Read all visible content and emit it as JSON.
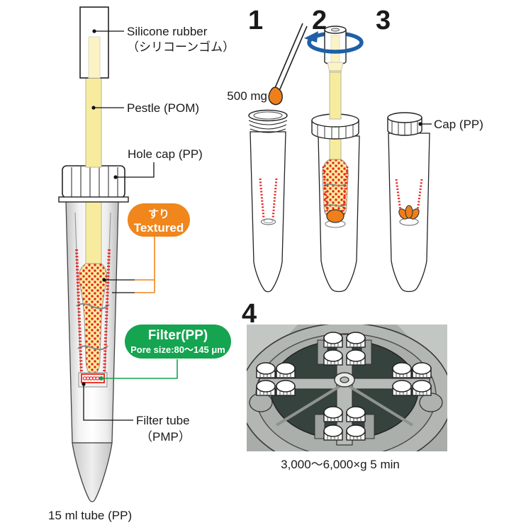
{
  "assembly": {
    "labels": {
      "silicone_rubber": "Silicone rubber",
      "silicone_rubber_jp": "（シリコーンゴム）",
      "pestle": "Pestle (POM)",
      "hole_cap": "Hole cap (PP)",
      "filter_tube_1": "Filter tube",
      "filter_tube_2": "（PMP）",
      "tube": "15 ml tube (PP)"
    },
    "badges": {
      "textured": {
        "jp": "すり",
        "en": "Textured",
        "color": "#F0861C"
      },
      "filter": {
        "title": "Filter(PP)",
        "subtitle": "Pore size:80〜145 μm",
        "color": "#15A450"
      }
    }
  },
  "steps": {
    "step1": {
      "number": "1",
      "sample_amount": "500 mg"
    },
    "step2": {
      "number": "2"
    },
    "step3": {
      "number": "3",
      "cap_label": "Cap (PP)"
    },
    "step4": {
      "number": "4",
      "caption": "3,000〜6,000×g  5 min"
    }
  },
  "colors": {
    "pestle_yellow": "#F7EC9E",
    "pestle_light": "#FBF3C4",
    "texture_red": "#E8251F",
    "sample_orange": "#EF7F1A",
    "badge_orange": "#F0861C",
    "badge_green": "#15A450",
    "arrow_blue": "#1E5FA8",
    "rotor_dark": "#36423D",
    "photo_gray": "#A9ADAA"
  }
}
